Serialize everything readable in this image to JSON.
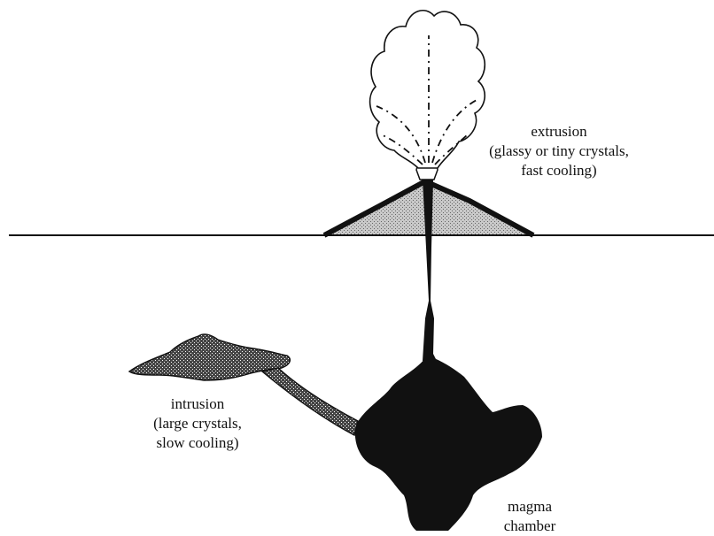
{
  "labels": {
    "extrusion": {
      "title": "extrusion",
      "detail_line1": "(glassy or tiny crystals,",
      "detail_line2": "fast cooling)"
    },
    "intrusion": {
      "title": "intrusion",
      "detail_line1": "(large crystals,",
      "detail_line2": "slow cooling)"
    },
    "magma_chamber": {
      "line1": "magma",
      "line2": "chamber"
    }
  },
  "colors": {
    "ink": "#111111",
    "background": "#ffffff"
  }
}
